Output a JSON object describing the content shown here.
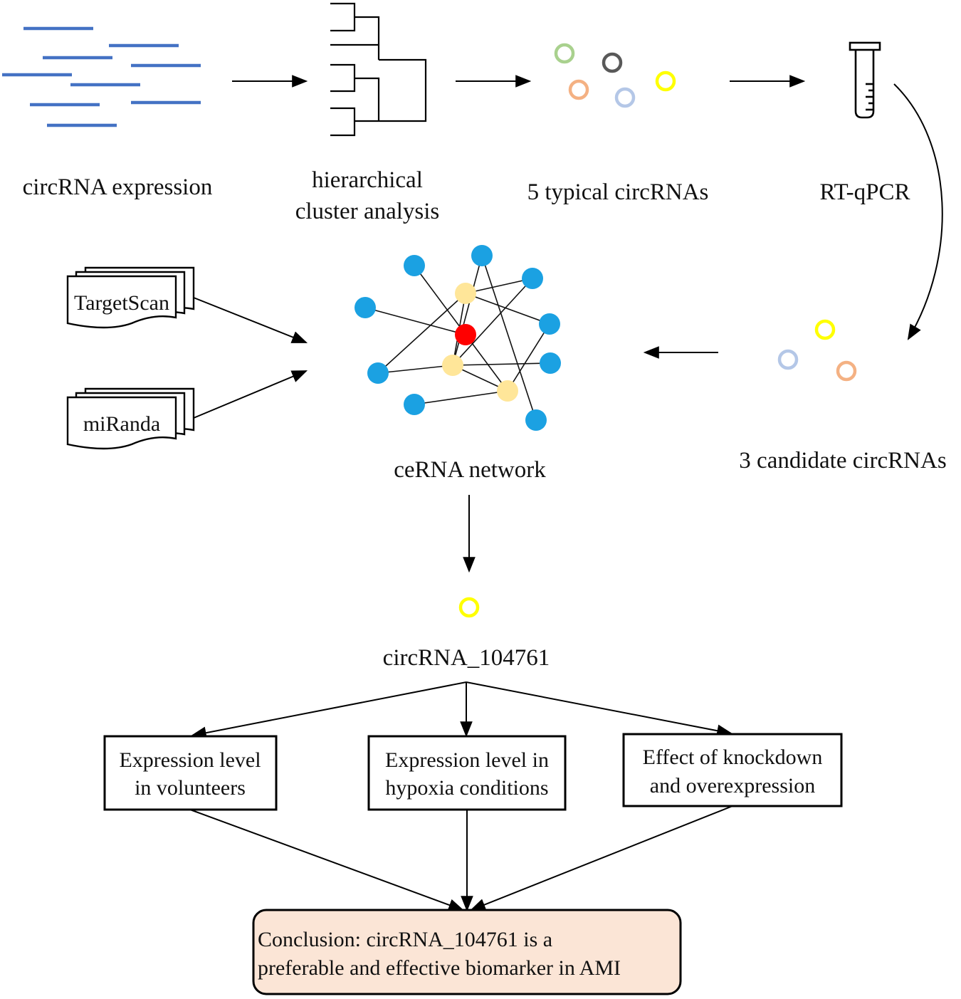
{
  "steps": {
    "expression": "circRNA expression",
    "cluster_line1": "hierarchical",
    "cluster_line2": "cluster analysis",
    "typical": "5 typical circRNAs",
    "qpcr": "RT-qPCR",
    "candidates": "3 candidate circRNAs",
    "network": "ceRNA network",
    "selected": "circRNA_104761"
  },
  "databases": [
    "TargetScan",
    "miRanda"
  ],
  "experiments": [
    {
      "line1": "Expression level",
      "line2": "in volunteers"
    },
    {
      "line1": "Expression level in",
      "line2": "hypoxia conditions"
    },
    {
      "line1": "Effect of knockdown",
      "line2": "and overexpression"
    }
  ],
  "conclusion": {
    "line1": "Conclusion: circRNA_104761 is a",
    "line2": "preferable and effective biomarker in AMI"
  },
  "colors": {
    "expression_bars": "#4472c4",
    "ring_green": "#a9d18e",
    "ring_dark": "#595959",
    "ring_orange": "#f4b183",
    "ring_blue": "#b4c7e7",
    "ring_yellow": "#ffff00",
    "node_outer": "#1ba1e2",
    "node_mirna": "#ffe699",
    "node_center": "#ff0000",
    "conclusion_fill": "#fbe5d6"
  },
  "icons": [
    "expression-lines-icon",
    "dendrogram-icon",
    "test-tube-icon",
    "document-stack-icon",
    "circrna-ring-icon"
  ]
}
